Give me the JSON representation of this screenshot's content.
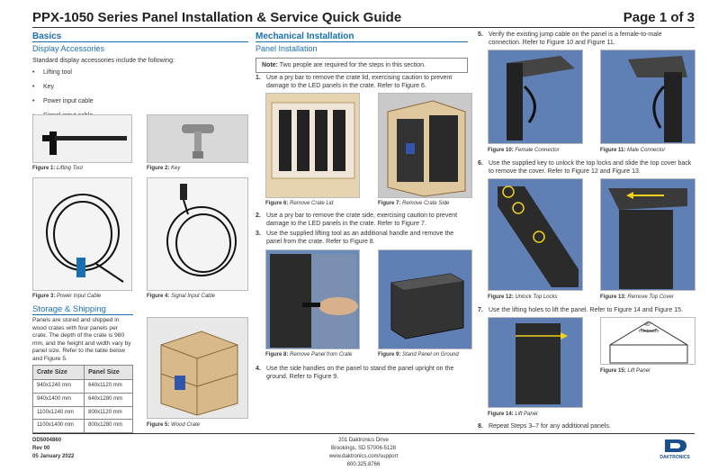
{
  "header": {
    "title": "PPX-1050 Series Panel Installation & Service Quick Guide",
    "page": "Page 1 of 3"
  },
  "basics": {
    "heading": "Basics",
    "sub": "Display Accessories",
    "intro": "Standard display accessories include the following:",
    "items": [
      "Lifting tool",
      "Key",
      "Power input cable",
      "Signal input cable"
    ],
    "fig1": "Figure 1:",
    "fig1t": " Lifting Tool",
    "fig2": "Figure 2:",
    "fig2t": " Key",
    "fig3": "Figure 3:",
    "fig3t": " Power Input Cable",
    "fig4": "Figure 4:",
    "fig4t": " Signal Input Cable"
  },
  "storage": {
    "heading": "Storage & Shipping",
    "text": "Panels are stored and shipped in wood crates with four panels per crate. The depth of the crate is 980 mm, and the height and width vary by panel size. Refer to the table below and Figure 5.",
    "table": {
      "headers": [
        "Crate Size",
        "Panel Size"
      ],
      "rows": [
        [
          "940x1240 mm",
          "640x1120 mm"
        ],
        [
          "940x1400 mm",
          "640x1280 mm"
        ],
        [
          "1100x1240 mm",
          "800x1120 mm"
        ],
        [
          "1100x1400 mm",
          "800x1280 mm"
        ]
      ]
    },
    "fig5": "Figure 5:",
    "fig5t": " Wood Crate"
  },
  "mech": {
    "heading": "Mechanical Installation",
    "sub": "Panel Installation",
    "note_label": "Note:",
    "note": " Two people are required for the steps in this section.",
    "s1": "Use a pry bar to remove the crate lid, exercising caution to prevent damage to the LED panels in the crate. Refer to Figure 6.",
    "fig6": "Figure 6:",
    "fig6t": " Remove Crate Lid",
    "fig7": "Figure 7:",
    "fig7t": " Remove Crate Side",
    "s2": "Use a pry bar to remove the crate side, exercising caution to prevent damage to the LED panels in the crate. Refer to Figure 7.",
    "s3": "Use the supplied lifting tool as an additional handle and remove the panel from the crate. Refer to Figure 8.",
    "fig8": "Figure 8:",
    "fig8t": " Remove Panel from Crate",
    "fig9": "Figure 9:",
    "fig9t": " Stand Panel on Ground",
    "s4": "Use the side handles on the panel to stand the panel upright on the ground. Refer to Figure 9."
  },
  "right": {
    "s5": "Verify the existing jump cable on the panel is a female-to-male connection. Refer to Figure 10 and Figure 11.",
    "fig10": "Figure 10:",
    "fig10t": " Female Connector",
    "fig11": "Figure 11:",
    "fig11t": " Male Connector",
    "s6": "Use the supplied key to unlock the top locks and slide the top cover back to remove the cover. Refer to Figure 12 and Figure 13.",
    "fig12": "Figure 12:",
    "fig12t": " Unlock Top Locks",
    "fig13": "Figure 13:",
    "fig13t": " Remove Top Cover",
    "s7": "Use the lifting holes to lift the panel. Refer to Figure 14 and Figure 15.",
    "fig14": "Figure 14:",
    "fig14t": " Lift Panel",
    "fig15": "Figure 15:",
    "fig15t": " Lift Panel",
    "angle": "45°",
    "angle2": "minimum",
    "s8": "Repeat Steps 3–7 for any additional panels."
  },
  "footer": {
    "doc": "DD5004860",
    "rev": "Rev 00",
    "date": "05 January 2022",
    "addr1": "201 Daktronics Drive",
    "addr2": "Brookings, SD 57006-5128",
    "url": "www.daktronics.com/support",
    "phone": "800.325.8766",
    "logo": "DAKTRONICS"
  },
  "colors": {
    "accent": "#1a6fb0",
    "text": "#333333"
  }
}
